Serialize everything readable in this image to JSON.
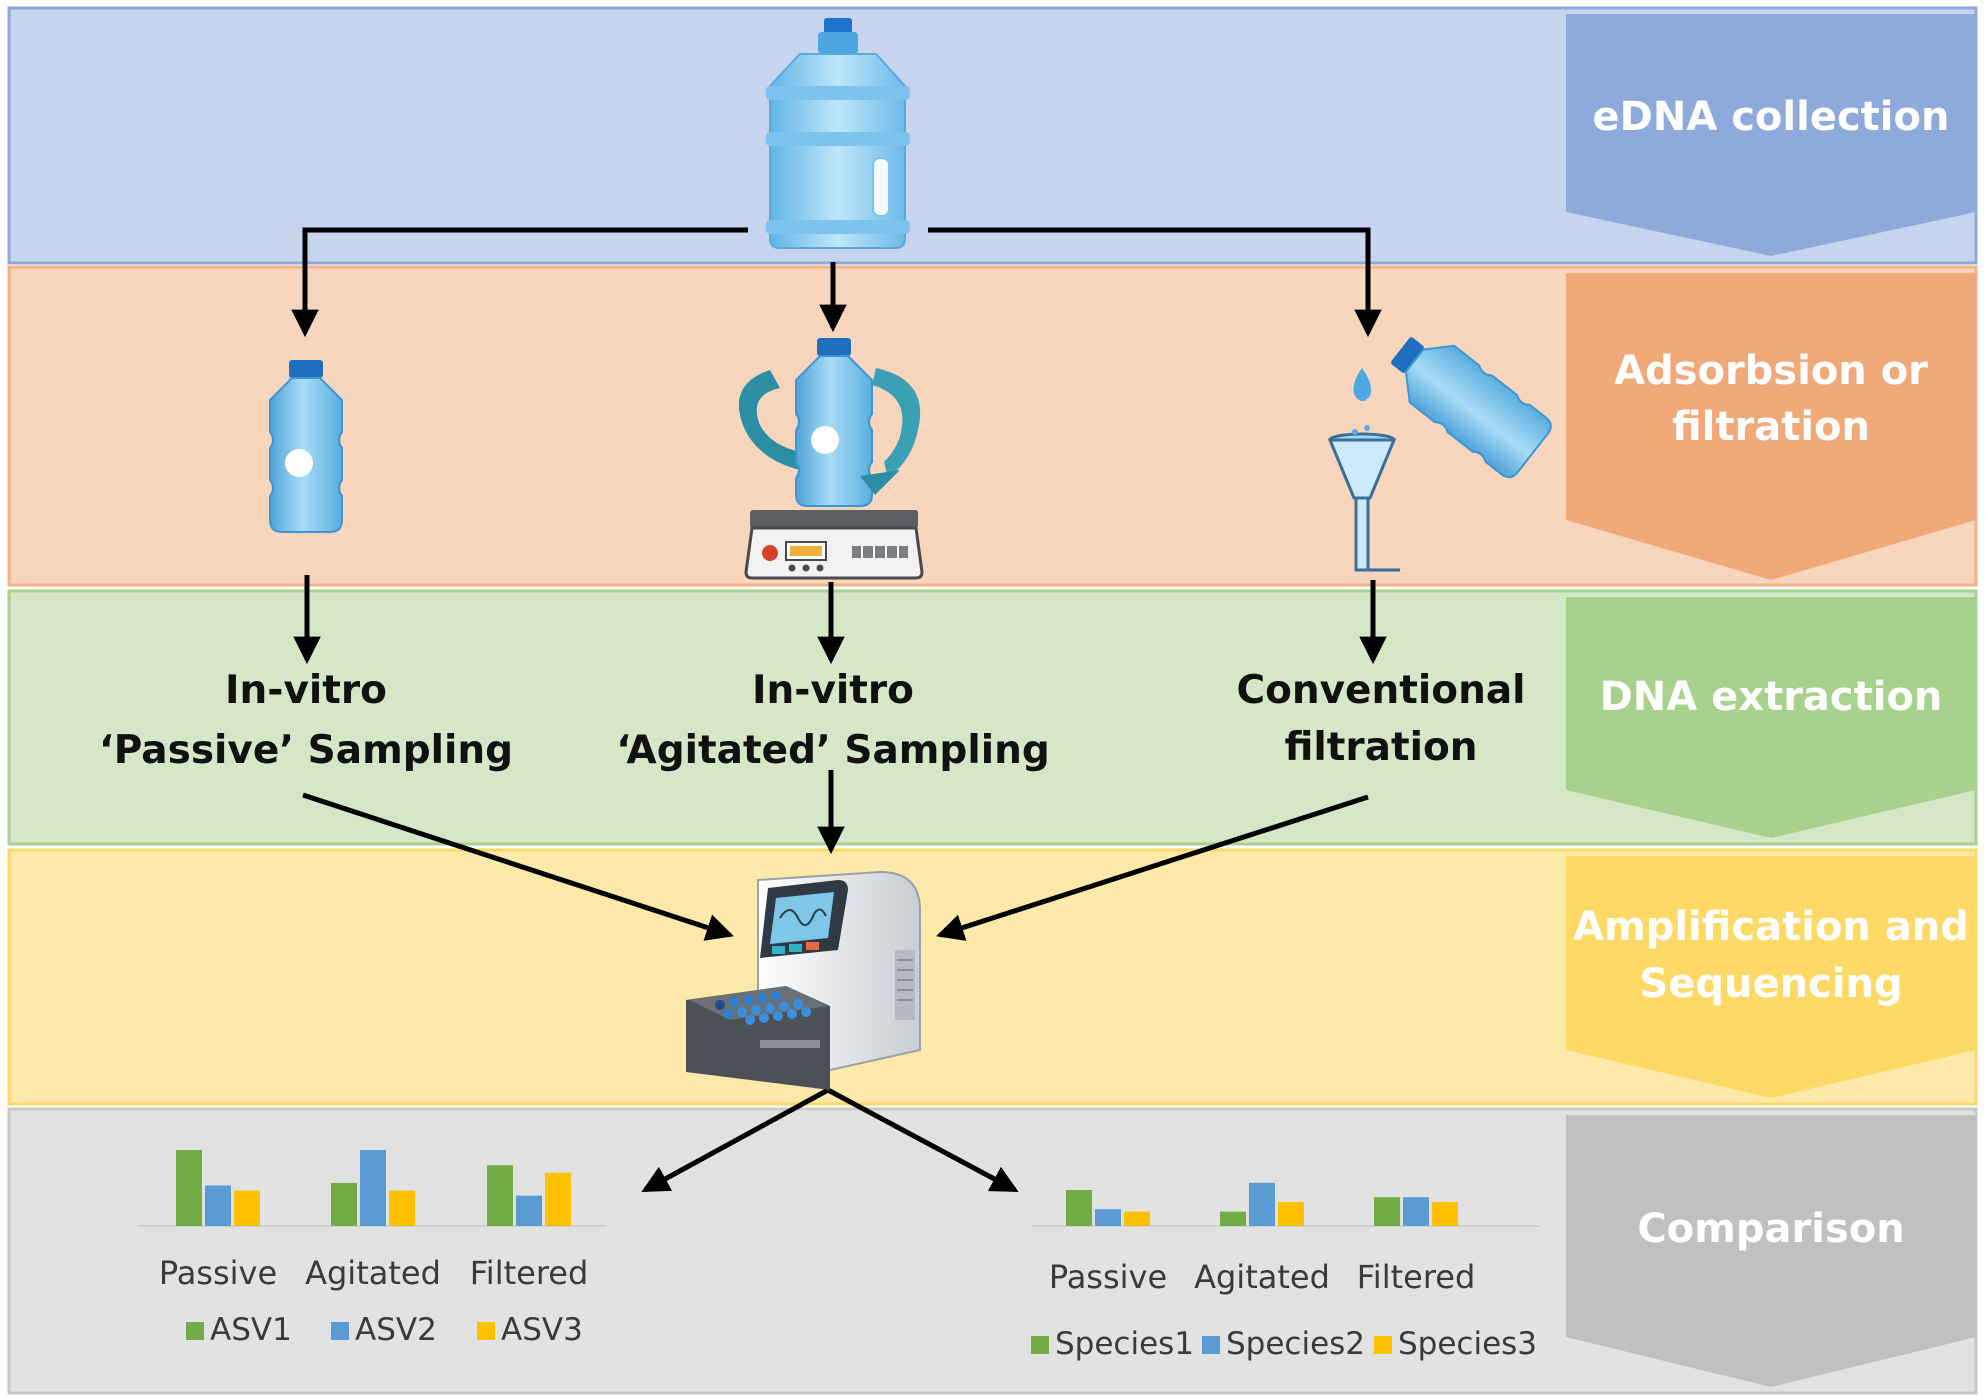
{
  "stages": [
    {
      "lines": [
        "eDNA collection"
      ],
      "band_fill": "#c6d4ee",
      "band_stroke": "#8eaadb",
      "arrow_color": "#8eaadb"
    },
    {
      "lines": [
        "Adsorbsion or",
        "filtration"
      ],
      "band_fill": "#f8d5bd",
      "band_stroke": "#f4b183",
      "arrow_color": "#f1a97a"
    },
    {
      "lines": [
        "DNA extraction"
      ],
      "band_fill": "#d6e7c8",
      "band_stroke": "#a9d18e",
      "arrow_color": "#a9d18e"
    },
    {
      "lines": [
        "Amplification and",
        "Sequencing"
      ],
      "band_fill": "#fde9aa",
      "band_stroke": "#ffd966",
      "arrow_color": "#ffd966"
    },
    {
      "lines": [
        "Comparison"
      ],
      "band_fill": "#e2e2e2",
      "band_stroke": "#c9c9c9",
      "arrow_color": "#c0c0c0"
    }
  ],
  "methods": [
    {
      "lines": [
        "In-vitro",
        "‘Passive’ Sampling"
      ]
    },
    {
      "lines": [
        "In-vitro",
        "‘Agitated’ Sampling"
      ]
    },
    {
      "lines": [
        "Conventional",
        "filtration"
      ]
    }
  ],
  "icons": [
    "water-jug-icon",
    "bottle-icon",
    "rotating-bottle-icon",
    "shaker-icon",
    "pouring-bottle-icon",
    "filter-funnel-icon",
    "sequencer-icon"
  ],
  "chart_data": [
    {
      "type": "bar",
      "categories": [
        "Passive",
        "Agitated",
        "Filtered"
      ],
      "series": [
        {
          "name": "ASV1",
          "color": "#70ad47",
          "values": [
            3.0,
            1.7,
            2.4
          ]
        },
        {
          "name": "ASV2",
          "color": "#5b9bd5",
          "values": [
            1.6,
            3.0,
            1.2
          ]
        },
        {
          "name": "ASV3",
          "color": "#ffc000",
          "values": [
            1.4,
            1.4,
            2.1
          ]
        }
      ],
      "ylim": [
        0,
        3
      ]
    },
    {
      "type": "bar",
      "categories": [
        "Passive",
        "Agitated",
        "Filtered"
      ],
      "series": [
        {
          "name": "Species1",
          "color": "#70ad47",
          "values": [
            1.5,
            0.6,
            1.2
          ]
        },
        {
          "name": "Species2",
          "color": "#5b9bd5",
          "values": [
            0.7,
            1.8,
            1.2
          ]
        },
        {
          "name": "Species3",
          "color": "#ffc000",
          "values": [
            0.6,
            1.0,
            1.0
          ]
        }
      ],
      "ylim": [
        0,
        3
      ]
    }
  ]
}
